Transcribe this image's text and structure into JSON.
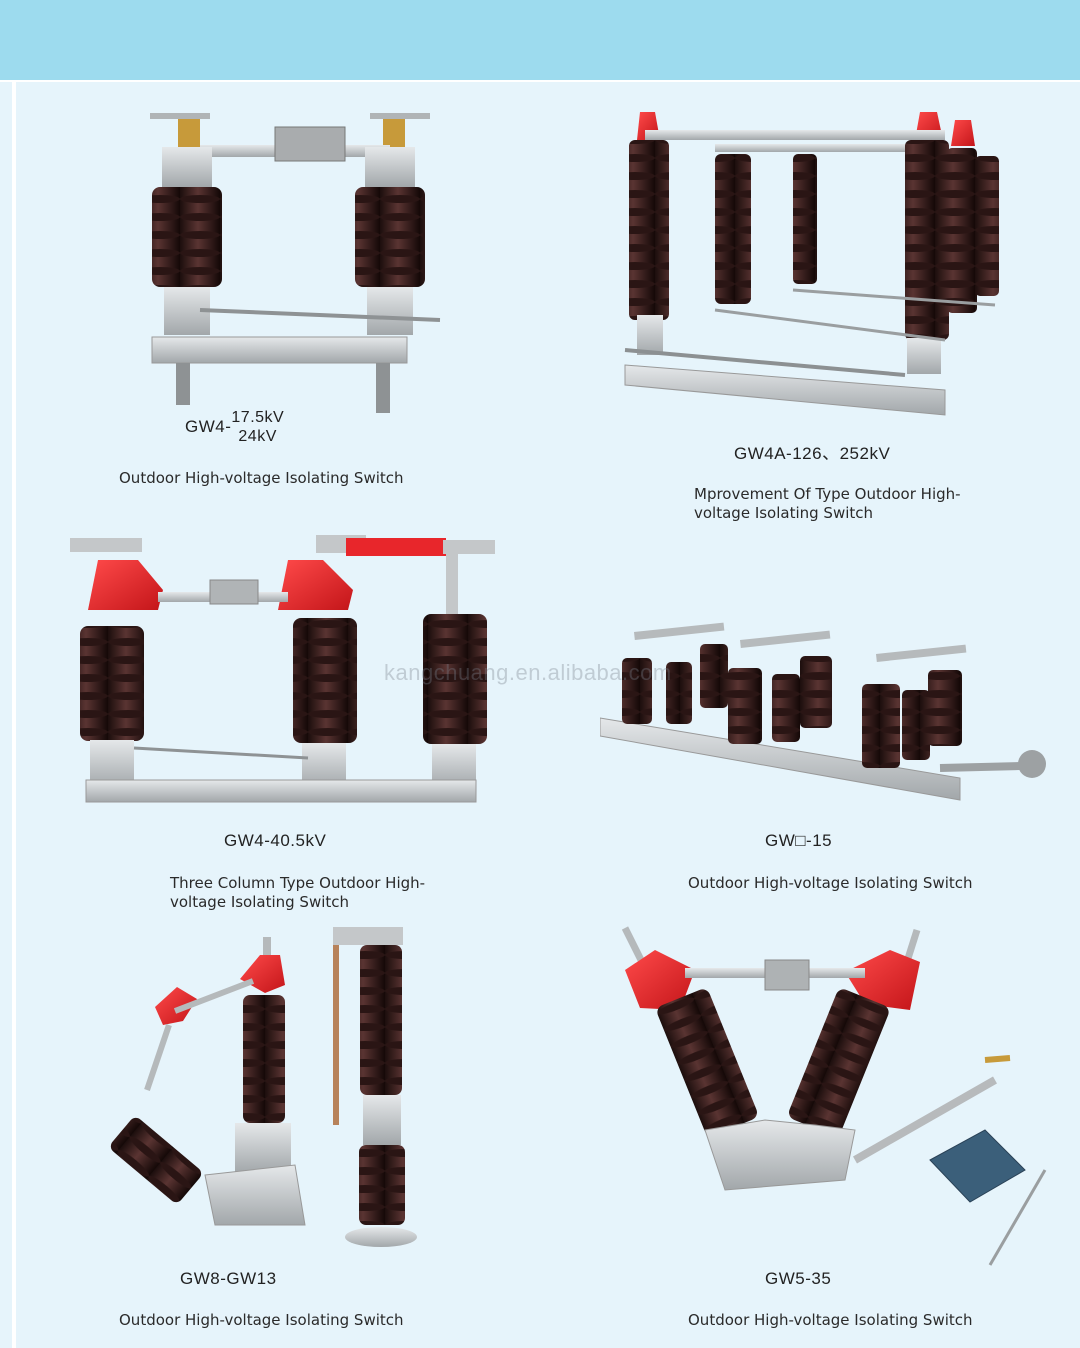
{
  "header": {
    "band_color": "#9ddbee"
  },
  "watermark": "kangchuang.en.alibaba.com",
  "products": [
    {
      "model_prefix": "GW4-",
      "model_upper": "17.5kV",
      "model_lower": "24kV",
      "description": "Outdoor High-voltage Isolating Switch",
      "image_icon": "isolating-switch-photo"
    },
    {
      "model": "GW4A-126、252kV",
      "description_line1": "Mprovement Of Type Outdoor High-",
      "description_line2": "voltage Isolating Switch",
      "image_icon": "isolating-switch-photo"
    },
    {
      "model": "GW4-40.5kV",
      "description_line1": "Three Column Type Outdoor High-",
      "description_line2": "voltage Isolating Switch",
      "image_icon": "isolating-switch-photo"
    },
    {
      "model": "GW□-15",
      "description": "Outdoor High-voltage Isolating Switch",
      "image_icon": "isolating-switch-photo"
    },
    {
      "model": "GW8-GW13",
      "description": "Outdoor High-voltage Isolating Switch",
      "image_icon": "isolating-switch-photo"
    },
    {
      "model": "GW5-35",
      "description": "Outdoor High-voltage Isolating Switch",
      "image_icon": "isolating-switch-photo"
    }
  ],
  "colors": {
    "insulator": "#3a1f1e",
    "red_cap": "#e8262b",
    "metal": "#b9bdbf"
  }
}
